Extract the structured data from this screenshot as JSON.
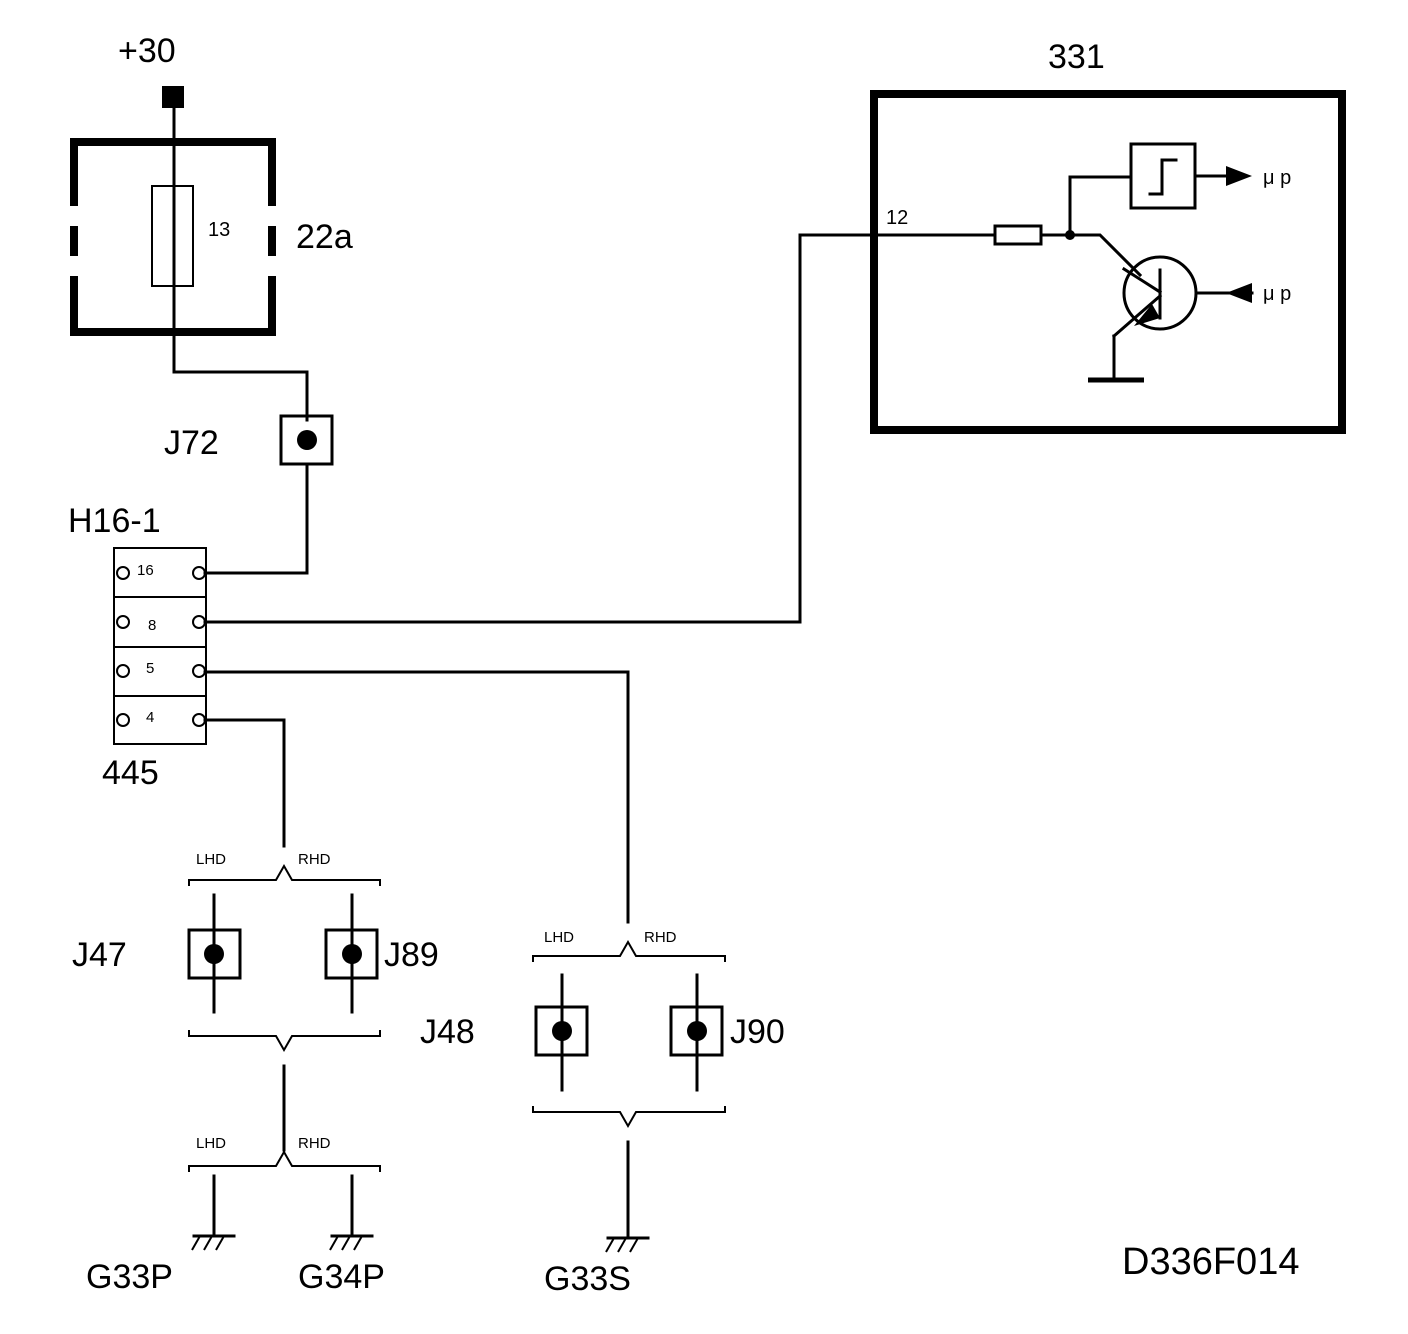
{
  "supply": {
    "label": "+30"
  },
  "fuse_box": {
    "label": "22a",
    "fuse_number": "13"
  },
  "junction_j72": {
    "label": "J72"
  },
  "connector": {
    "top_label": "H16-1",
    "bottom_label": "445",
    "pins": [
      "16",
      "8",
      "5",
      "4"
    ]
  },
  "module": {
    "label": "331",
    "pin_label": "12",
    "output_upper": "μ p",
    "output_lower": "μ p"
  },
  "left_group": {
    "brace_top": {
      "lhd": "LHD",
      "rhd": "RHD"
    },
    "junction_lhd": "J47",
    "junction_rhd": "J89",
    "brace_bottom": {
      "lhd": "LHD",
      "rhd": "RHD"
    },
    "ground_lhd": "G33P",
    "ground_rhd": "G34P"
  },
  "right_group": {
    "brace_top": {
      "lhd": "LHD",
      "rhd": "RHD"
    },
    "junction_lhd": "J48",
    "junction_rhd": "J90",
    "ground": "G33S"
  },
  "drawing_id": "D336F014"
}
